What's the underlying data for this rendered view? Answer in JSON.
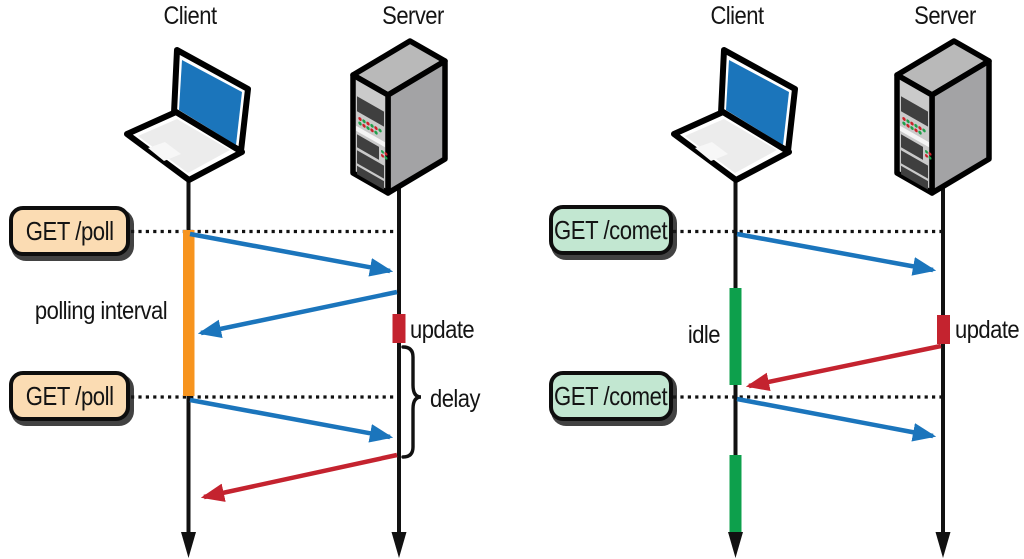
{
  "panels": {
    "polling": {
      "client_label": "Client",
      "server_label": "Server",
      "request_1": "GET /poll",
      "request_2": "GET /poll",
      "interval_label": "polling interval",
      "update_label": "update",
      "delay_label": "delay"
    },
    "comet": {
      "client_label": "Client",
      "server_label": "Server",
      "request_1": "GET /comet",
      "request_2": "GET /comet",
      "idle_label": "idle",
      "update_label": "update"
    }
  },
  "icons": {
    "client": "laptop-icon",
    "server": "server-tower-icon"
  },
  "colors": {
    "request_arrow_blue": "#1B75BC",
    "response_arrow_red": "#C4232F",
    "update_red": "#C4232F",
    "polling_interval_orange": "#F7941E",
    "idle_green": "#0DA04C",
    "poll_badge_bg": "#FBDCB3",
    "comet_badge_bg": "#C2E7D1",
    "lifeline_black": "#111111",
    "laptop_screen_blue": "#1B75BB"
  }
}
